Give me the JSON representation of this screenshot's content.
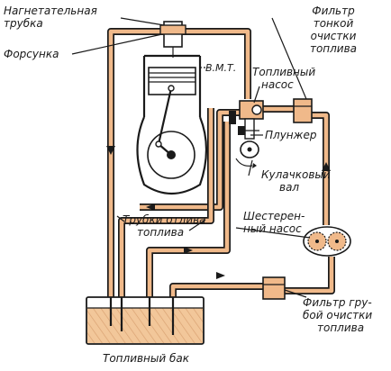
{
  "labels": {
    "injection_pipe": [
      "Нагнетательная",
      "трубка"
    ],
    "injector": "Форсунка",
    "tdc": "В.М.Т.",
    "fine_filter": [
      "Фильтр",
      "тонкой",
      "очистки",
      "топлива"
    ],
    "fuel_pump": [
      "Топливный",
      "насос"
    ],
    "plunger": "Плунжер",
    "camshaft": [
      "Кулачковый",
      "вал"
    ],
    "return_pipes": [
      "Трубки отлива",
      "топлива"
    ],
    "gear_pump": [
      "Шестерен-",
      "ный насос"
    ],
    "coarse_filter": [
      "Фильтр гру-",
      "бой очистки",
      "топлива"
    ],
    "fuel_tank": "Топливный бак"
  },
  "colors": {
    "pipe_fill": "#f0b98a",
    "fuel": "#f2c79a",
    "outline": "#1a1a1a"
  }
}
